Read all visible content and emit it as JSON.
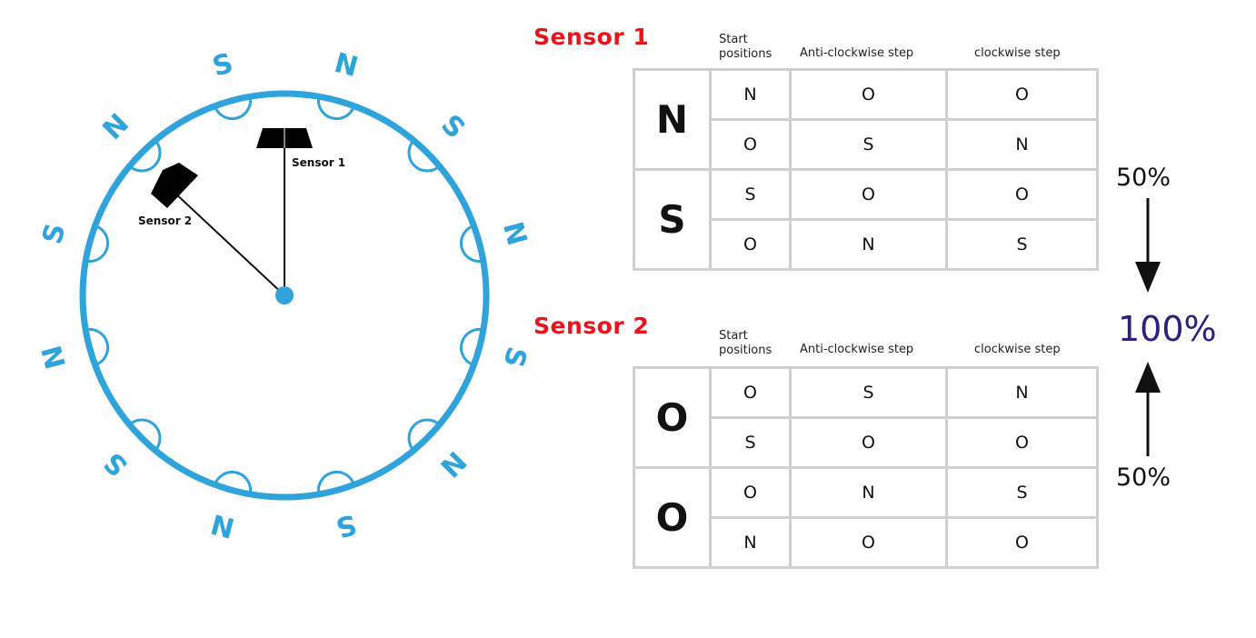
{
  "wheel": {
    "color": "#2ea3dc",
    "outer_poles": [
      "N",
      "S",
      "N",
      "S",
      "N",
      "S",
      "N",
      "S",
      "N",
      "S",
      "N",
      "S"
    ],
    "sensor1_label": "Sensor 1",
    "sensor2_label": "Sensor 2"
  },
  "sensor1": {
    "title": "Sensor 1",
    "headers": [
      "Start\npositions",
      "Anti-clockwise step",
      "clockwise step"
    ],
    "groups": [
      {
        "symbol": "N",
        "rows": [
          [
            "N",
            "O",
            "O"
          ],
          [
            "O",
            "S",
            "N"
          ]
        ]
      },
      {
        "symbol": "S",
        "rows": [
          [
            "S",
            "O",
            "O"
          ],
          [
            "O",
            "N",
            "S"
          ]
        ]
      }
    ]
  },
  "sensor2": {
    "title": "Sensor 2",
    "headers": [
      "Start\npositions",
      "Anti-clockwise step",
      "clockwise step"
    ],
    "groups": [
      {
        "symbol": "O",
        "rows": [
          [
            "O",
            "S",
            "N"
          ],
          [
            "S",
            "O",
            "O"
          ]
        ]
      },
      {
        "symbol": "O",
        "rows": [
          [
            "O",
            "N",
            "S"
          ],
          [
            "N",
            "O",
            "O"
          ]
        ]
      }
    ]
  },
  "summary": {
    "top": "50%",
    "total": "100%",
    "bottom": "50%"
  },
  "colors": {
    "accent_red": "#e8141c",
    "wheel_blue": "#2ea3dc",
    "total_purple": "#2a2080",
    "grid": "#d0d0d0"
  }
}
